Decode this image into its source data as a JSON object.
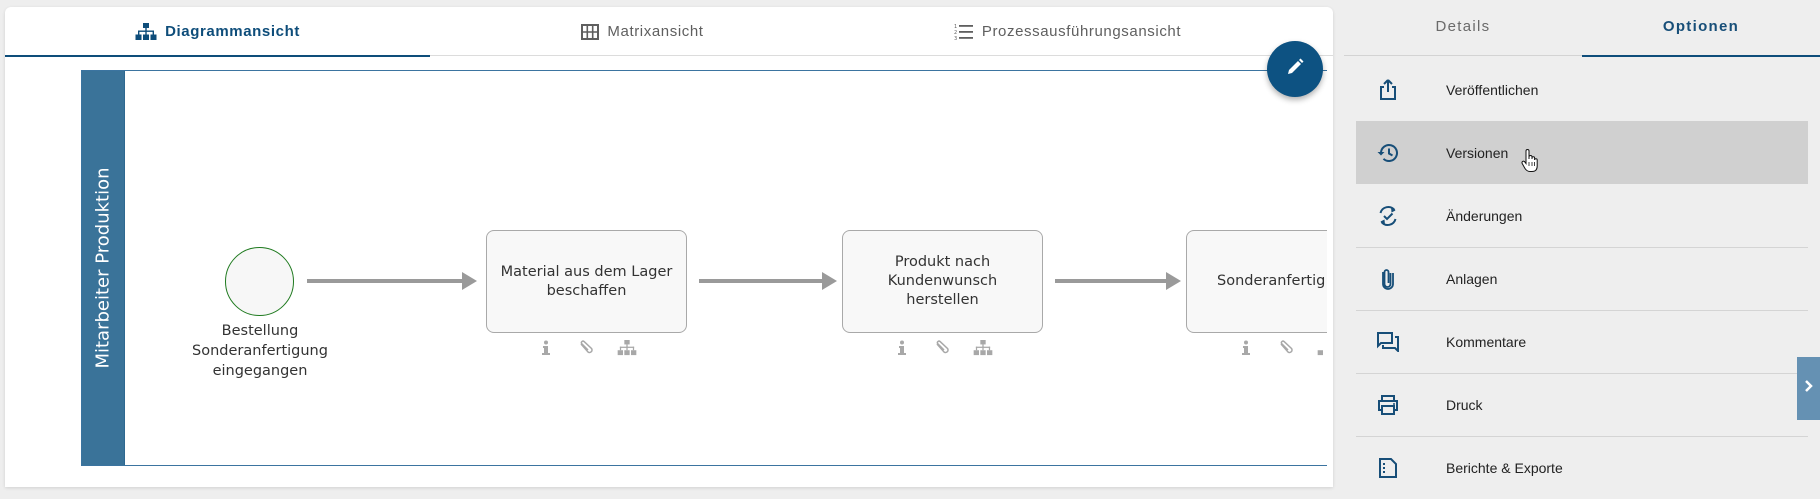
{
  "view_tabs": [
    {
      "label": "Diagrammansicht",
      "icon": "hierarchy-icon",
      "active": true
    },
    {
      "label": "Matrixansicht",
      "icon": "grid-icon",
      "active": false
    },
    {
      "label": "Prozessausführungsansicht",
      "icon": "numbered-list-icon",
      "active": false
    }
  ],
  "diagram": {
    "lane_title": "Mitarbeiter Produktion",
    "start_event": {
      "label": "Bestellung\nSonderanfertigung\neingegangen"
    },
    "tasks": [
      {
        "label": "Material aus dem Lager\nbeschaffen"
      },
      {
        "label": "Produkt nach\nKundenwunsch\nherstellen"
      },
      {
        "label": "Sonderanfertig"
      }
    ],
    "task_icons": [
      "info-icon",
      "paperclip-icon",
      "hierarchy-icon"
    ],
    "colors": {
      "lane": "#3a7399",
      "start_event_border": "#1f7a1f",
      "flow": "#9a9a9a"
    }
  },
  "fab": {
    "icon": "pencil-icon",
    "color": "#0d5282"
  },
  "side_panel": {
    "tabs": [
      {
        "label": "Details",
        "active": false
      },
      {
        "label": "Optionen",
        "active": true
      }
    ],
    "menu": [
      {
        "label": "Veröffentlichen",
        "icon": "share-upload-icon"
      },
      {
        "label": "Versionen",
        "icon": "history-icon",
        "hovered": true
      },
      {
        "label": "Änderungen",
        "icon": "sync-check-icon"
      },
      {
        "label": "Anlagen",
        "icon": "paperclip-icon"
      },
      {
        "label": "Kommentare",
        "icon": "comments-icon"
      },
      {
        "label": "Druck",
        "icon": "printer-icon"
      },
      {
        "label": "Berichte & Exporte",
        "icon": "report-icon"
      }
    ],
    "collapse_icon": "chevron-right-icon"
  },
  "colors": {
    "accent": "#0e4d7a",
    "panel_bg": "#eeeeee",
    "hover_bg": "#d0d0d0"
  }
}
